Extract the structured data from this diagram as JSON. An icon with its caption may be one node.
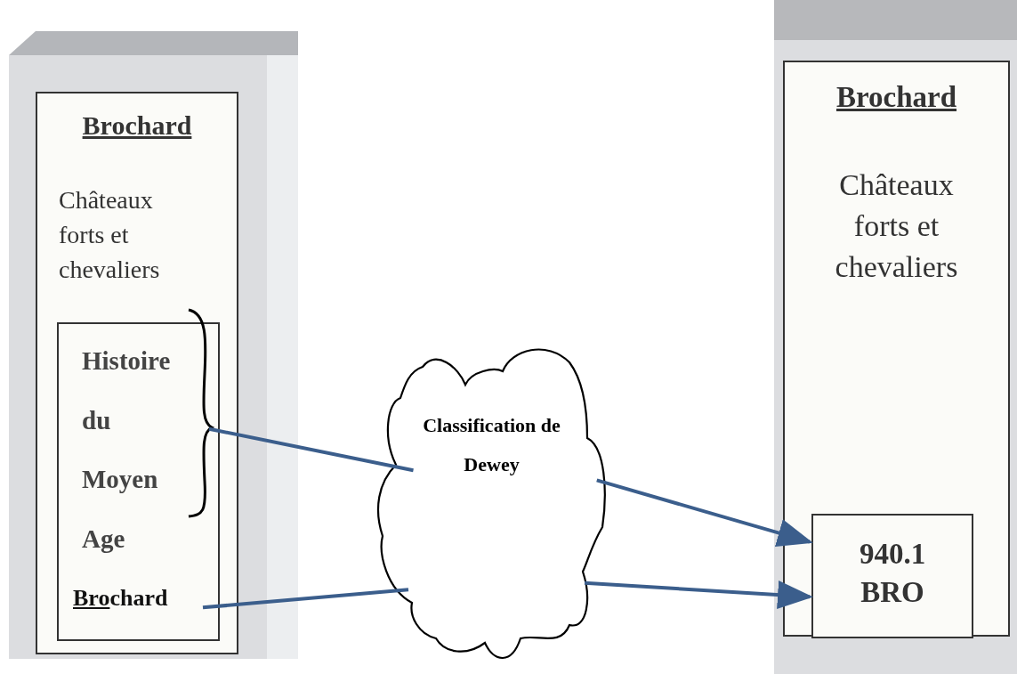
{
  "diagram": {
    "nodes": [
      {
        "text": [
          "Brochard",
          "Châteaux forts et chevaliers"
        ]
      },
      {
        "text": [
          "Histoire du Moyen Age"
        ],
        "in": 0
      },
      {
        "text": [
          "Brochard"
        ],
        "in": 1
      },
      {
        "text": [
          "Classification de Dewey"
        ]
      },
      {
        "text": [
          "Brochard",
          "Châteaux forts et chevaliers"
        ]
      },
      {
        "text": [
          "940.1 BRO"
        ],
        "in": 4
      }
    ],
    "edges": [
      {
        "from": 1,
        "to": 3,
        "arrow": "none"
      },
      {
        "from": 2,
        "to": 3,
        "arrow": "none"
      },
      {
        "from": 3,
        "to": 5,
        "arrow": "to"
      },
      {
        "from": 3,
        "to": 5,
        "arrow": "to"
      }
    ]
  }
}
